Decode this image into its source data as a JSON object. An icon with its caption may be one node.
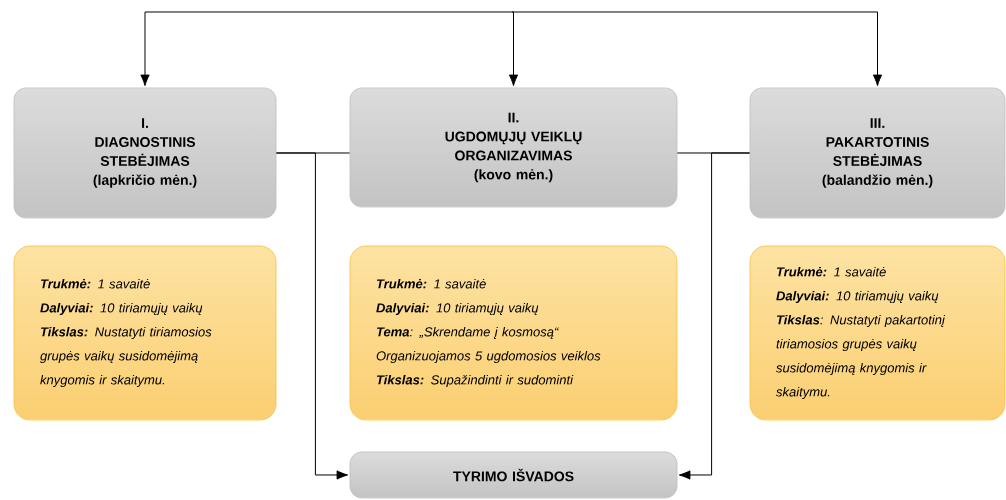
{
  "diagram": {
    "nodes": [
      {
        "text": [
          "I.",
          "DIAGNOSTINIS STEBĖJIMAS",
          "(lapkričio mėn.)"
        ]
      },
      {
        "text": [
          "II.",
          "UGDOMŲJŲ VEIKLŲ ORGANIZAVIMAS",
          "(kovo mėn.)"
        ]
      },
      {
        "text": [
          "III.",
          "PAKARTOTINIS STEBĖJIMAS",
          "(balandžio mėn.)"
        ]
      },
      {
        "text": [
          "**Trukmė:** 1 savaitė",
          "**Dalyviai:** 10 tiriamųjų vaikų",
          "**Tikslas:** Nustatyti tiriamosios grupės vaikų susidomėjimą knygomis ir skaitymu."
        ]
      },
      {
        "text": [
          "**Trukmė:** 1 savaitė",
          "**Dalyviai:** 10 tiriamųjų vaikų",
          "**Tema**: „Skrendame į kosmosą“",
          "Organizuojamos 5 ugdomosios veiklos",
          "**Tikslas:** Supažindinti ir sudominti"
        ]
      },
      {
        "text": [
          "**Trukmė:** 1 savaitė",
          "**Dalyviai:** 10 tiriamųjų vaikų",
          "**Tikslas**: Nustatyti pakartotinį tiriamosios grupės vaikų susidomėjimą knygomis ir skaitymu."
        ]
      },
      {
        "text": [
          "TYRIMO IŠVADOS"
        ]
      }
    ],
    "edges": [
      {
        "from": null,
        "to": 0,
        "arrow": "to"
      },
      {
        "from": null,
        "to": 1,
        "arrow": "to"
      },
      {
        "from": null,
        "to": 2,
        "arrow": "to"
      },
      {
        "from": 0,
        "to": 1,
        "arrow": "none"
      },
      {
        "from": 1,
        "to": 2,
        "arrow": "none"
      },
      {
        "from": 0,
        "to": 6,
        "arrow": "to"
      },
      {
        "from": 2,
        "to": 6,
        "arrow": "to"
      }
    ]
  }
}
